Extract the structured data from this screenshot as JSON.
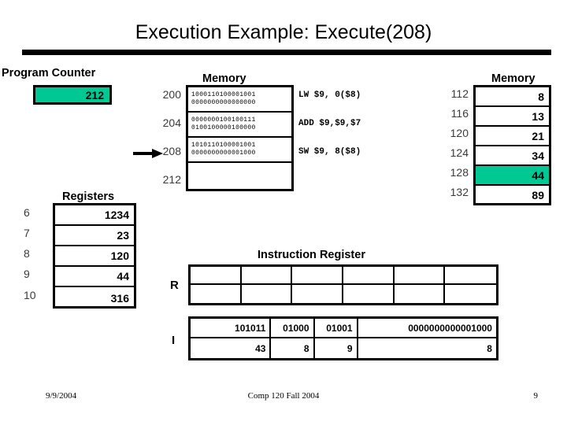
{
  "slide": {
    "title": "Execution Example: Execute(208)",
    "accent_green": "#00C894"
  },
  "program_counter": {
    "heading": "Program Counter",
    "value": "212",
    "highlighted": true
  },
  "instruction_memory": {
    "heading": "Memory",
    "current_address_marker": "208",
    "rows": [
      {
        "address": "200",
        "word_high": "1000110100001001",
        "word_low": "0000000000000000",
        "assembly": "LW $9, 0($8)"
      },
      {
        "address": "204",
        "word_high": "0000000100100111",
        "word_low": "0100100000100000",
        "assembly": "ADD $9,$9,$7"
      },
      {
        "address": "208",
        "word_high": "1010110100001001",
        "word_low": "0000000000001000",
        "assembly": "SW $9, 8($8)"
      },
      {
        "address": "212",
        "word_high": "",
        "word_low": "",
        "assembly": ""
      }
    ]
  },
  "data_memory": {
    "heading": "Memory",
    "rows": [
      {
        "address": "112",
        "value": "8",
        "highlighted": false
      },
      {
        "address": "116",
        "value": "13",
        "highlighted": false
      },
      {
        "address": "120",
        "value": "21",
        "highlighted": false
      },
      {
        "address": "124",
        "value": "34",
        "highlighted": false
      },
      {
        "address": "128",
        "value": "44",
        "highlighted": true
      },
      {
        "address": "132",
        "value": "89",
        "highlighted": false
      }
    ]
  },
  "registers": {
    "heading": "Registers",
    "rows": [
      {
        "number": "6",
        "value": "1234"
      },
      {
        "number": "7",
        "value": "23"
      },
      {
        "number": "8",
        "value": "120"
      },
      {
        "number": "9",
        "value": "44"
      },
      {
        "number": "10",
        "value": "316"
      }
    ]
  },
  "instruction_register": {
    "heading": "Instruction Register",
    "r_format": {
      "label": "R",
      "binary_fields": [
        "",
        "",
        "",
        "",
        "",
        ""
      ],
      "decoded_fields": [
        "",
        "",
        "",
        "",
        "",
        ""
      ]
    },
    "i_format": {
      "label": "I",
      "binary_fields": [
        "101011",
        "01000",
        "01001",
        "0000000000001000"
      ],
      "decoded_fields": [
        "43",
        "8",
        "9",
        "8"
      ]
    }
  },
  "footer": {
    "date": "9/9/2004",
    "course": "Comp 120 Fall 2004",
    "page": "9"
  }
}
